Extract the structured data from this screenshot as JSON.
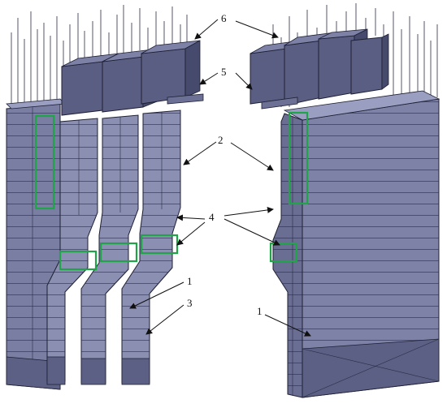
{
  "figure": {
    "callouts": [
      {
        "id": "6",
        "label": "6"
      },
      {
        "id": "5",
        "label": "5"
      },
      {
        "id": "2",
        "label": "2"
      },
      {
        "id": "4",
        "label": "4"
      },
      {
        "id": "1a",
        "label": "1"
      },
      {
        "id": "3",
        "label": "3"
      },
      {
        "id": "1b",
        "label": "1"
      }
    ],
    "colors": {
      "steel_light": "#8f93b4",
      "steel_mid": "#6f7398",
      "steel_dark": "#4e5274",
      "edge": "#1d1f33",
      "highlight_box": "#21a34a",
      "arrow": "#111111"
    }
  }
}
